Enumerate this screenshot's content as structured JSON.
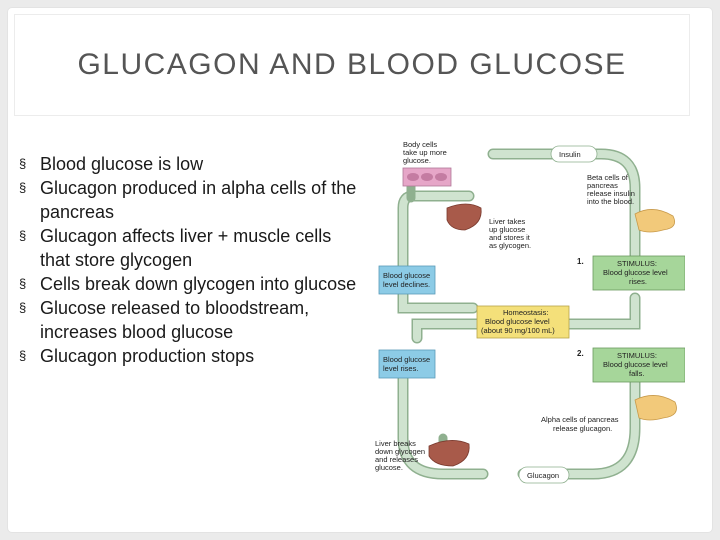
{
  "slide": {
    "title": "GLUCAGON AND BLOOD GLUCOSE",
    "bullet_marker": "§",
    "bullets": [
      "Blood glucose is low",
      "Glucagon produced in alpha cells of the pancreas",
      "Glucagon affects liver + muscle cells that store glycogen",
      "Cells break down glycogen into glucose",
      "Glucose released to bloodstream, increases blood glucose",
      "Glucagon production stops"
    ]
  },
  "diagram": {
    "body_cells_line1": "Body cells",
    "body_cells_line2": "take up more",
    "body_cells_line3": "glucose.",
    "insulin": "Insulin",
    "beta_line1": "Beta cells of",
    "beta_line2": "pancreas",
    "beta_line3": "release insulin",
    "beta_line4": "into the blood.",
    "liver_takes_line1": "Liver takes",
    "liver_takes_line2": "up glucose",
    "liver_takes_line3": "and stores it",
    "liver_takes_line4": "as glycogen.",
    "declines_line1": "Blood glucose",
    "declines_line2": "level declines.",
    "step1": "1.",
    "stim1_line1": "STIMULUS:",
    "stim1_line2": "Blood glucose level",
    "stim1_line3": "rises.",
    "homeo_line1": "Homeostasis:",
    "homeo_line2": "Blood glucose level",
    "homeo_line3": "(about 90 mg/100 mL)",
    "rises_line1": "Blood glucose",
    "rises_line2": "level rises.",
    "step2": "2.",
    "stim2_line1": "STIMULUS:",
    "stim2_line2": "Blood glucose level",
    "stim2_line3": "falls.",
    "alpha_line1": "Alpha cells of pancreas",
    "alpha_line2": "release glucagon.",
    "liver_breaks_line1": "Liver breaks",
    "liver_breaks_line2": "down glycogen",
    "liver_breaks_line3": "and releases",
    "liver_breaks_line4": "glucose.",
    "glucagon": "Glucagon",
    "colors": {
      "arrow": "#cfe3cf",
      "arrow_stroke": "#8fb08f",
      "blue_box": "#8ccbe6",
      "green_box": "#a6d69a",
      "yellow_box": "#f4e07a",
      "liver": "#a85a4a",
      "pancreas": "#f2c97a",
      "cells": "#e6a6c8"
    }
  }
}
